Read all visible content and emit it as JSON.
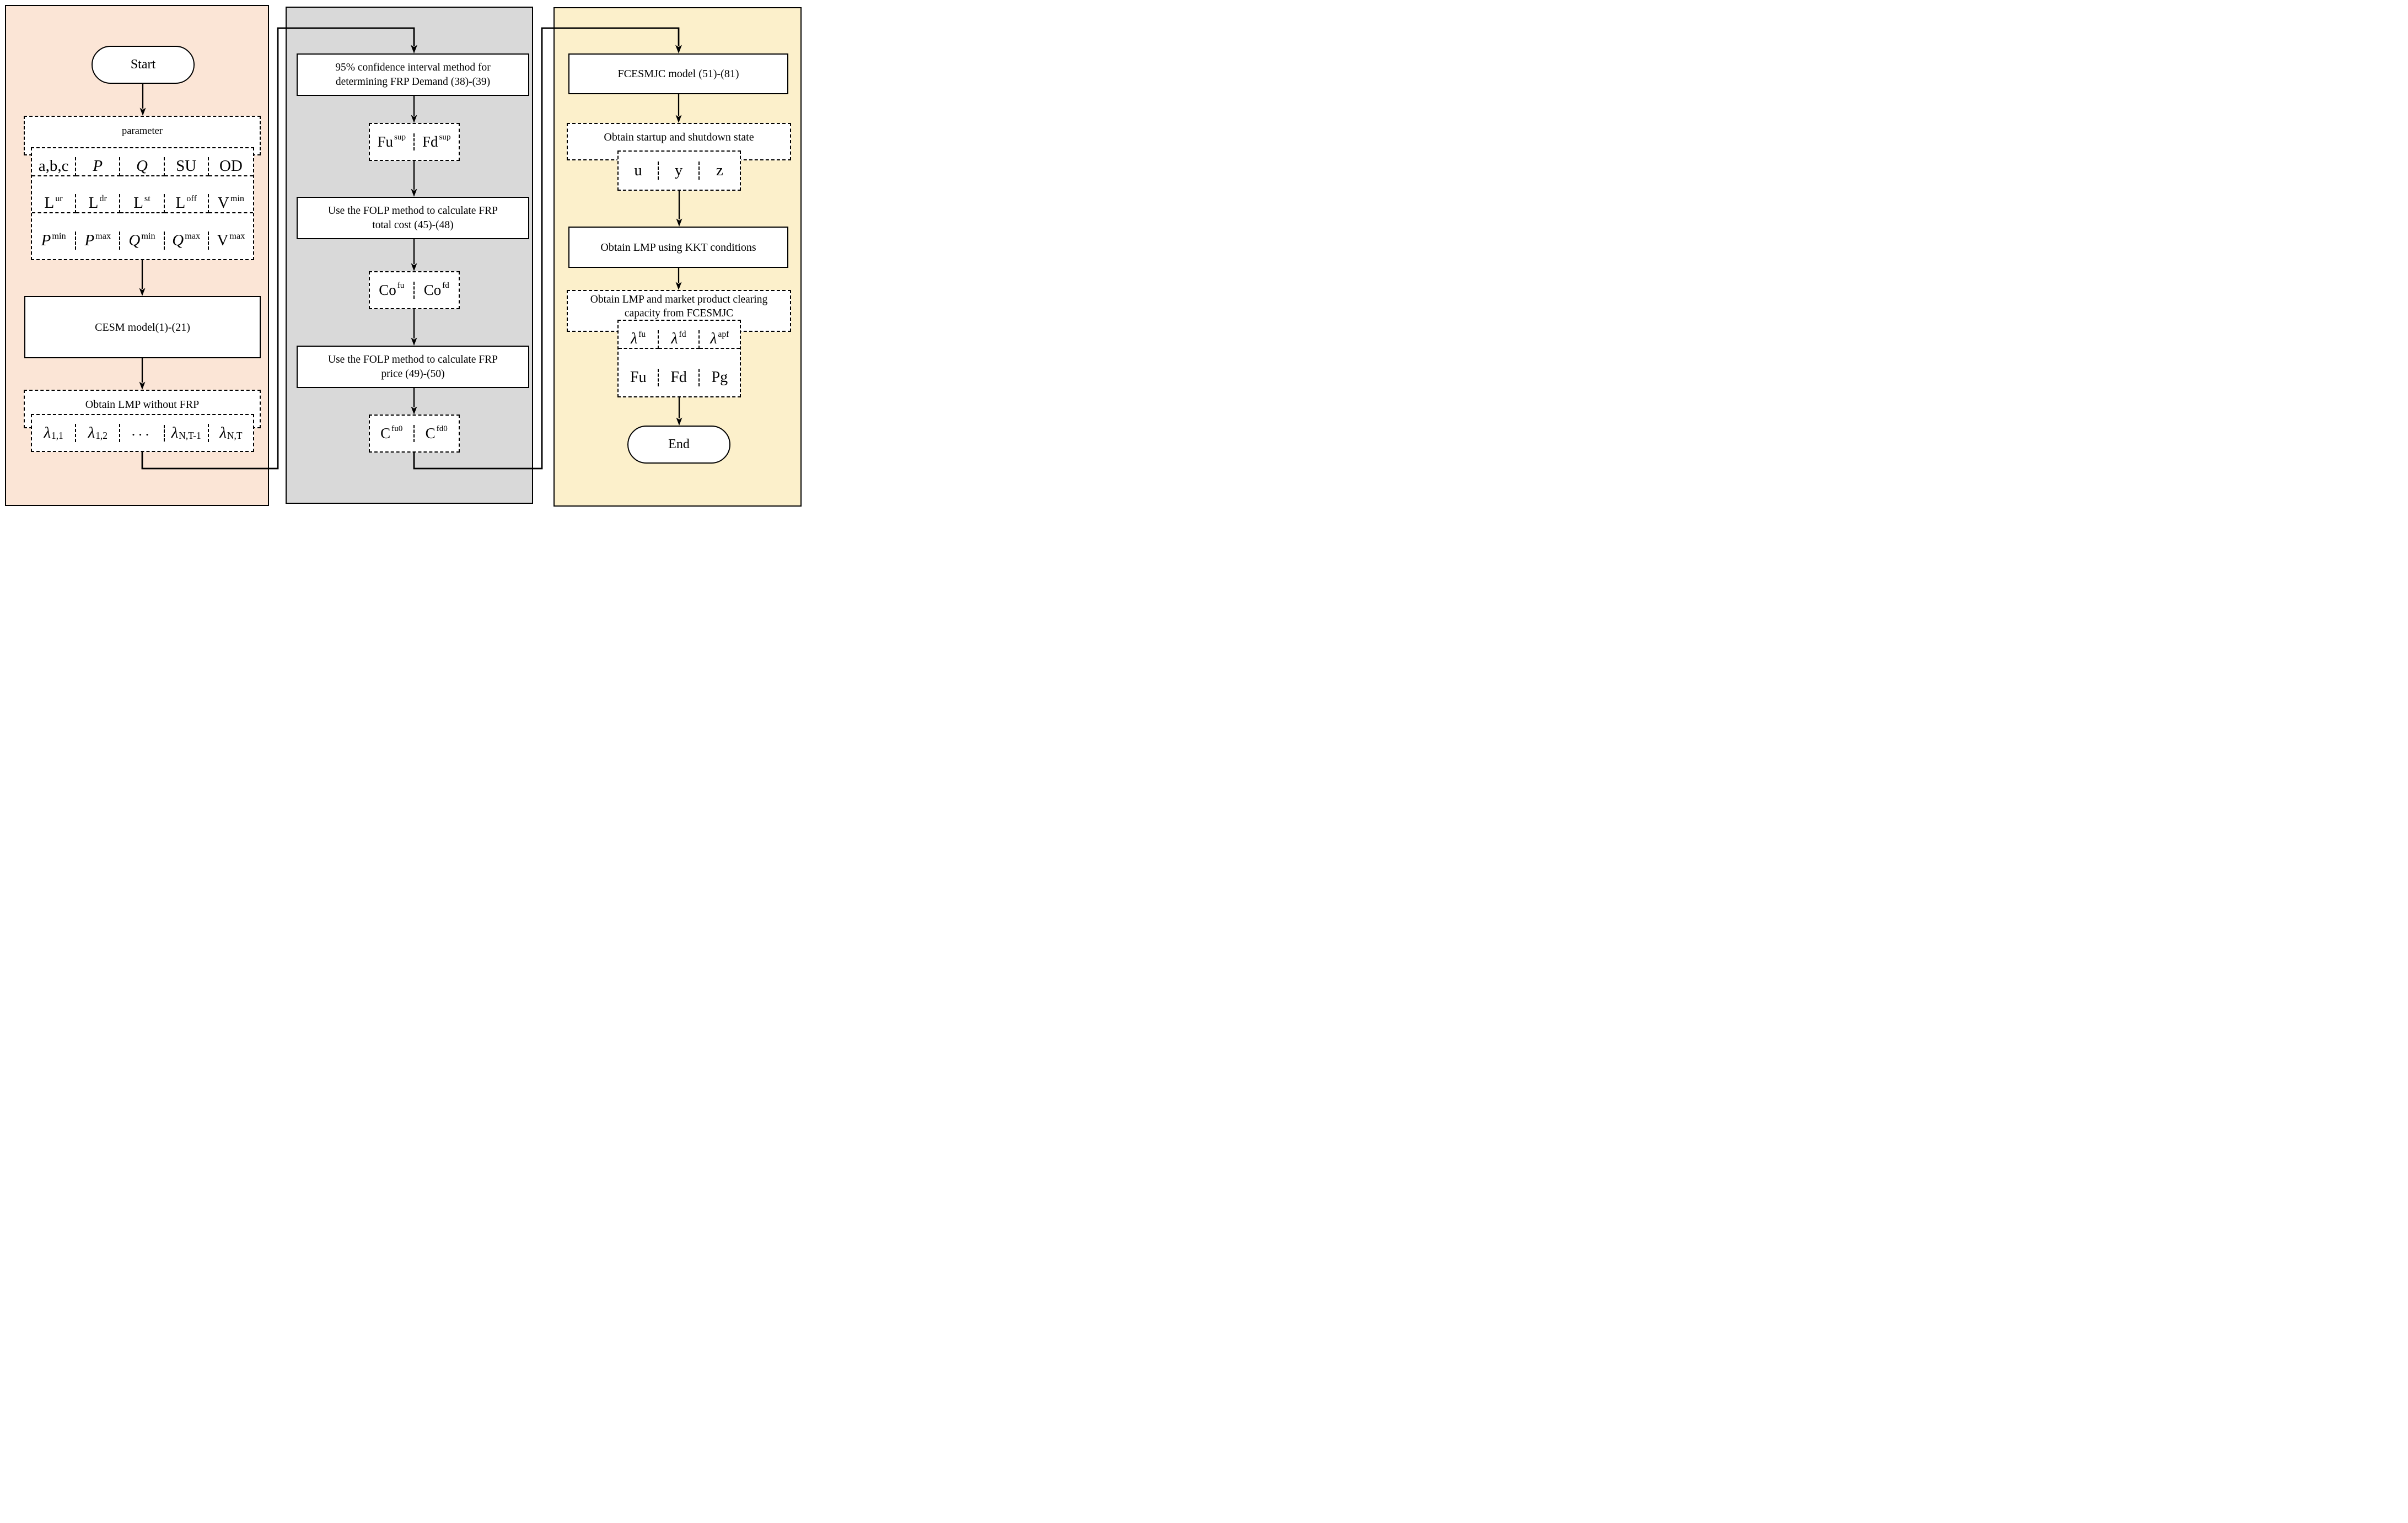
{
  "colors": {
    "left_panel": "#FBE5D6",
    "middle_panel": "#D9D9D9",
    "right_panel": "#FCF0CB",
    "box_fill": "#FFFFFF",
    "line": "#000000"
  },
  "left": {
    "start": "Start",
    "parameter_header": "parameter",
    "param_table": {
      "rows": [
        [
          {
            "base": "a,b,c"
          },
          {
            "base": "P"
          },
          {
            "base": "Q"
          },
          {
            "base": "SU"
          },
          {
            "base": "OD"
          }
        ],
        [
          {
            "base": "L",
            "sup": "ur"
          },
          {
            "base": "L",
            "sup": "dr"
          },
          {
            "base": "L",
            "sup": "st"
          },
          {
            "base": "L",
            "sup": "off"
          },
          {
            "base": "V",
            "sup": "min"
          }
        ],
        [
          {
            "base": "P",
            "sup": "min"
          },
          {
            "base": "P",
            "sup": "max"
          },
          {
            "base": "Q",
            "sup": "min"
          },
          {
            "base": "Q",
            "sup": "max"
          },
          {
            "base": "V",
            "sup": "max"
          }
        ]
      ]
    },
    "cesm": "CESM model(1)-(21)",
    "obtain_lmp": "Obtain LMP without FRP",
    "lambda_row": [
      {
        "base": "λ",
        "sub": "1,1"
      },
      {
        "base": "λ",
        "sub": "1,2"
      },
      {
        "base": "..."
      },
      {
        "base": "λ",
        "sub": "N,T-1"
      },
      {
        "base": "λ",
        "sub": "N,T"
      }
    ]
  },
  "middle": {
    "confidence": "95% confidence interval method for\ndetermining FRP Demand (38)-(39)",
    "fu_fd": [
      {
        "base": "Fu",
        "sup": "sup"
      },
      {
        "base": "Fd",
        "sup": "sup"
      }
    ],
    "folp_cost": "Use the FOLP method to calculate FRP\ntotal cost (45)-(48)",
    "co": [
      {
        "base": "Co",
        "sup": "fu"
      },
      {
        "base": "Co",
        "sup": "fd"
      }
    ],
    "folp_price": "Use the FOLP method to calculate FRP\nprice (49)-(50)",
    "c0": [
      {
        "base": "C",
        "sup": "fu0"
      },
      {
        "base": "C",
        "sup": "fd0"
      }
    ]
  },
  "right": {
    "fcesmjc": "FCESMJC model (51)-(81)",
    "startup": "Obtain startup and shutdown state",
    "uyz": [
      {
        "base": "u"
      },
      {
        "base": "y"
      },
      {
        "base": "z"
      }
    ],
    "kkt": "Obtain LMP using KKT conditions",
    "clearing": "Obtain LMP and market product clearing\ncapacity from FCESMJC",
    "lambda_table": {
      "rows": [
        [
          {
            "base": "λ",
            "sup": "fu"
          },
          {
            "base": "λ",
            "sup": "fd"
          },
          {
            "base": "λ",
            "sup": "apf"
          }
        ],
        [
          {
            "base": "Fu"
          },
          {
            "base": "Fd"
          },
          {
            "base": "Pg"
          }
        ]
      ]
    },
    "end": "End"
  }
}
